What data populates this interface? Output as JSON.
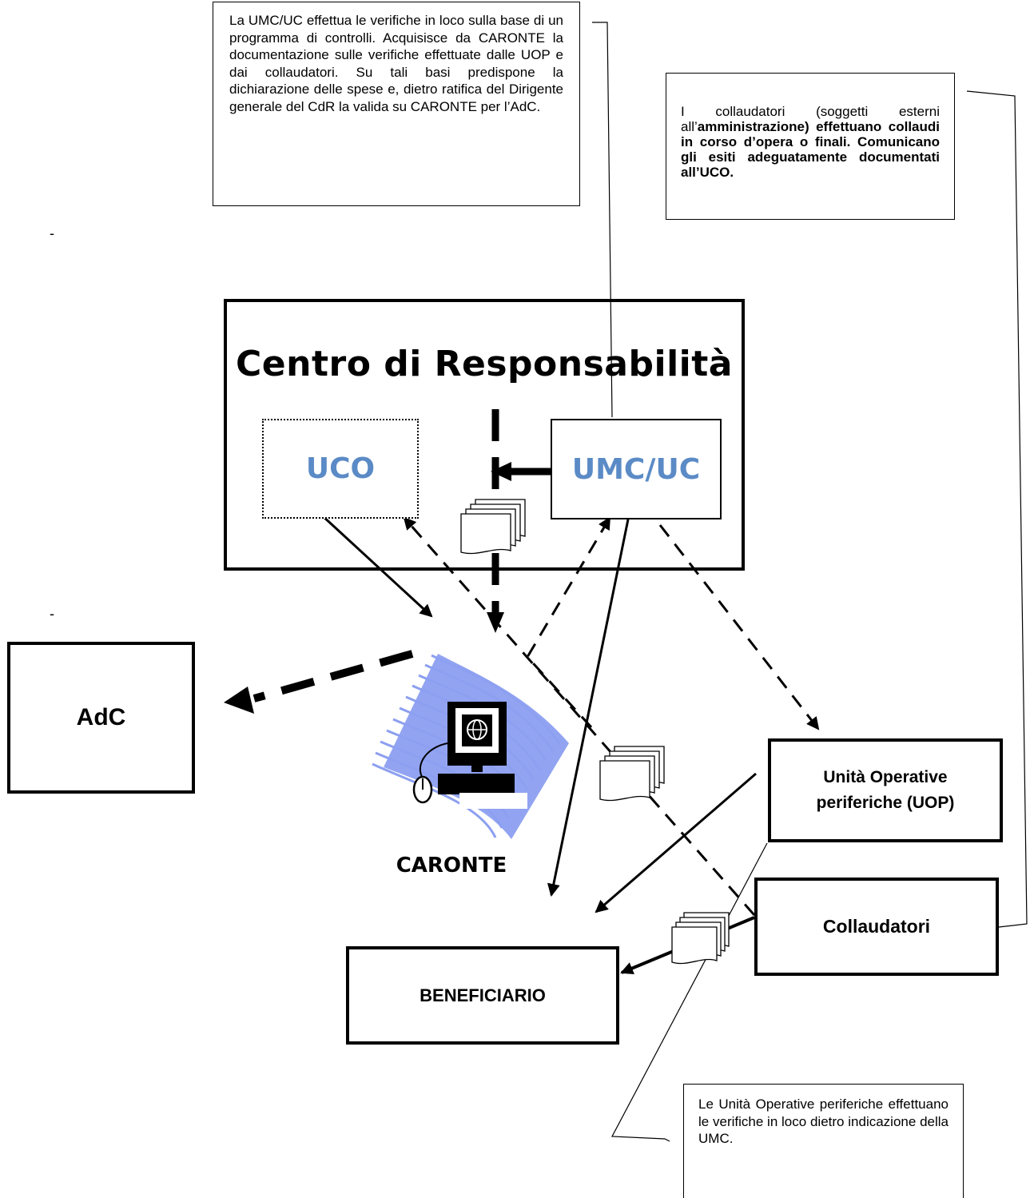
{
  "notes": {
    "umc_note": "La UMC/UC effettua le verifiche in loco sulla base di un programma di controlli. Acquisisce da CARONTE la documentazione sulle verifiche effettuate dalle UOP e dai collaudatori. Su tali basi predispone la dichiarazione delle spese e, dietro ratifica del Dirigente generale del CdR la valida su CARONTE per l’AdC.",
    "collaudatori_note_plain_1": "I collaudatori (soggetti esterni all’",
    "collaudatori_note_bold_1": "amministrazione) effettuano collaudi in corso d’opera o finali. Comunicano gli esiti adeguatamente documentati all’UCO.",
    "uop_note": "Le Unità Operative periferiche effettuano le verifiche in loco dietro indicazione della UMC."
  },
  "dash_marks": [
    "-",
    "-"
  ],
  "centro": {
    "title": "Centro di Responsabilità",
    "uco": "UCO",
    "umc": "UMC/UC"
  },
  "adc": "AdC",
  "caronte": "CARONTE",
  "uop": "Unità Operative periferiche (UOP)",
  "collaudatori": "Collaudatori",
  "beneficiario": "BENEFICIARIO",
  "colors": {
    "blue_label": "#5b8bc6",
    "caronte_wave": "#8c9ff0"
  }
}
